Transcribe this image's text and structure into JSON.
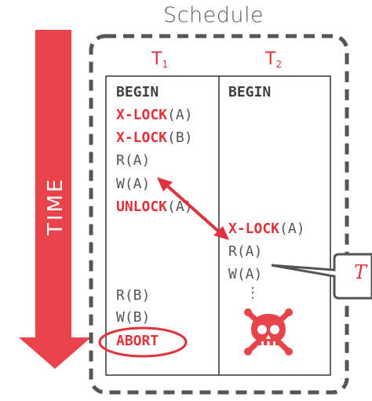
{
  "title": "Schedule",
  "time_label": "TIME",
  "transactions": [
    {
      "name": "T",
      "sub": "1"
    },
    {
      "name": "T",
      "sub": "2"
    }
  ],
  "t1_ops": {
    "begin": "BEGIN",
    "xlock_a_kw": "X-LOCK",
    "xlock_a_arg": "(A)",
    "xlock_b_kw": "X-LOCK",
    "xlock_b_arg": "(B)",
    "read_a": "R(A)",
    "write_a": "W(A)",
    "unlock_kw": "UNLOCK",
    "unlock_arg": "(A)",
    "read_b": "R(B)",
    "write_b": "W(B)",
    "abort": "ABORT"
  },
  "t2_ops": {
    "begin": "BEGIN",
    "xlock_a_kw": "X-LOCK",
    "xlock_a_arg": "(A)",
    "read_a": "R(A)",
    "write_a": "W(A)",
    "ellipsis": "⋮"
  },
  "callout_text": "T",
  "colors": {
    "accent": "#e0323a",
    "border": "#555555",
    "text": "#555555"
  },
  "icons": [
    "time-arrow-icon",
    "skull-crossbones-icon",
    "double-arrow-icon"
  ]
}
